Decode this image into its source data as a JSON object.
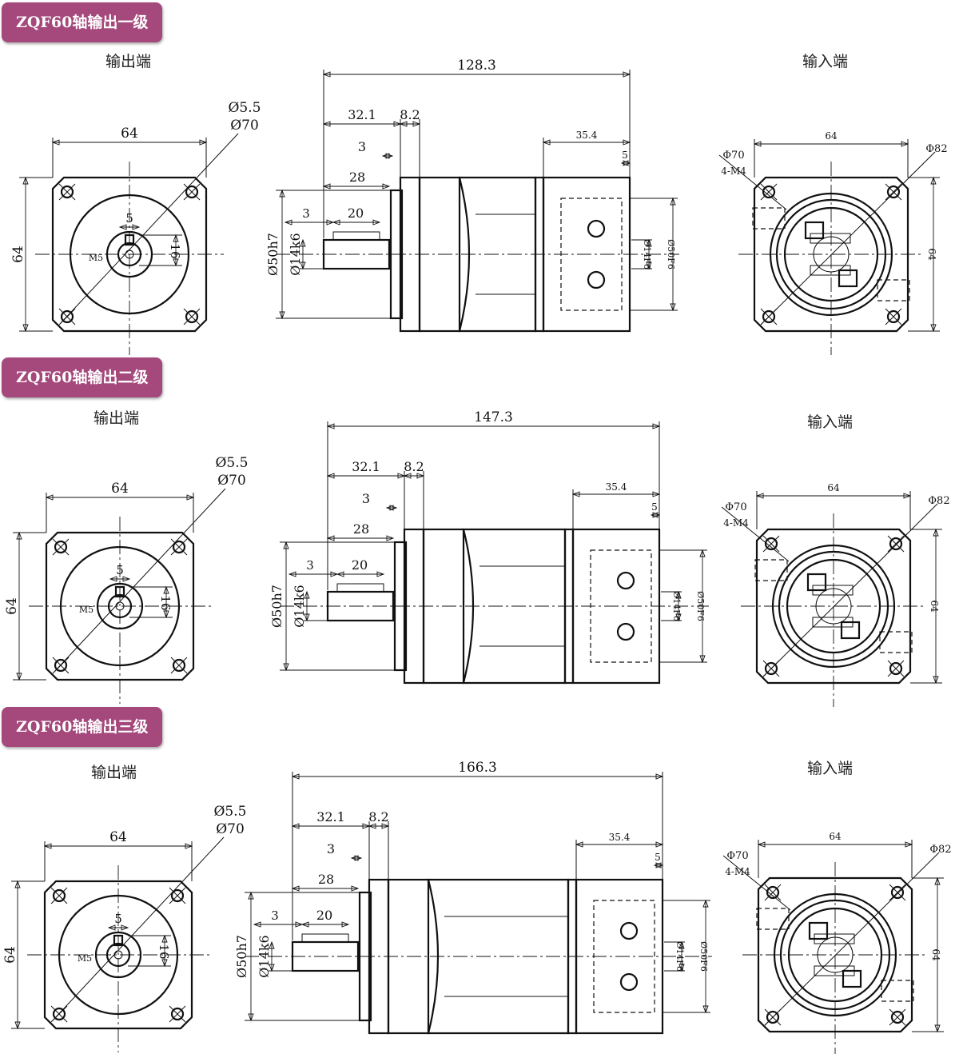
{
  "sections": [
    {
      "title": "ZQF60轴输出一级",
      "output_label": "输出端",
      "input_label": "输入端",
      "side": {
        "total": "128.3",
        "d32": "32.1",
        "d8": "8.2",
        "d3a": "3",
        "d28": "28",
        "d3b": "3",
        "d20": "20",
        "d50": "Ø50h7",
        "d14": "Ø14k6",
        "d35": "35.4",
        "d5": "5",
        "d14f": "Ø14F6",
        "d50f": "Ø50F6"
      },
      "front": {
        "w": "64",
        "h": "64",
        "hole": "Ø5.5",
        "pcd": "Ø70",
        "key": "5",
        "key_h": "16",
        "thread": "M5"
      },
      "input": {
        "w": "64",
        "h": "64",
        "pcd": "Φ70",
        "holes": "4-M4",
        "dia": "Φ82"
      }
    },
    {
      "title": "ZQF60轴输出二级",
      "output_label": "输出端",
      "input_label": "输入端",
      "side": {
        "total": "147.3",
        "d32": "32.1",
        "d8": "8.2",
        "d3a": "3",
        "d28": "28",
        "d3b": "3",
        "d20": "20",
        "d50": "Ø50h7",
        "d14": "Ø14k6",
        "d35": "35.4",
        "d5": "5",
        "d14f": "Ø14F6",
        "d50f": "Ø50F6"
      },
      "front": {
        "w": "64",
        "h": "64",
        "hole": "Ø5.5",
        "pcd": "Ø70",
        "key": "5",
        "key_h": "16",
        "thread": "M5"
      },
      "input": {
        "w": "64",
        "h": "64",
        "pcd": "Φ70",
        "holes": "4-M4",
        "dia": "Φ82"
      }
    },
    {
      "title": "ZQF60轴输出三级",
      "output_label": "输出端",
      "input_label": "输入端",
      "side": {
        "total": "166.3",
        "d32": "32.1",
        "d8": "8.2",
        "d3a": "3",
        "d28": "28",
        "d3b": "3",
        "d20": "20",
        "d50": "Ø50h7",
        "d14": "Ø14k6",
        "d35": "35.4",
        "d5": "5",
        "d14f": "Ø14F6",
        "d50f": "Ø50F6"
      },
      "front": {
        "w": "64",
        "h": "64",
        "hole": "Ø5.5",
        "pcd": "Ø70",
        "key": "5",
        "key_h": "16",
        "thread": "M5"
      },
      "input": {
        "w": "64",
        "h": "64",
        "pcd": "Φ70",
        "holes": "4-M4",
        "dia": "Φ82"
      }
    }
  ],
  "colors": {
    "badge": "#a5487c",
    "line": "#111111"
  }
}
